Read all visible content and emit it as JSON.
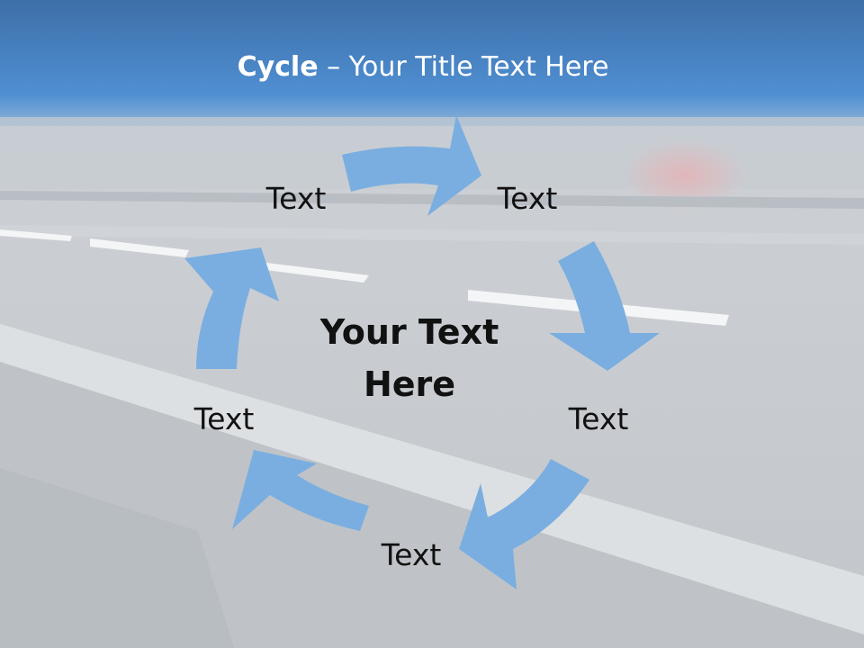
{
  "slide": {
    "title_bold": "Cycle",
    "title_rest": " – Your Title Text Here",
    "center_line1": "Your Text",
    "center_line2": "Here",
    "labels": [
      "Text",
      "Text",
      "Text",
      "Text",
      "Text"
    ]
  },
  "colors": {
    "arrow": "#7aaee0",
    "title_band": "#4a86c8",
    "road": "#c9cdd2",
    "text": "#111111"
  }
}
